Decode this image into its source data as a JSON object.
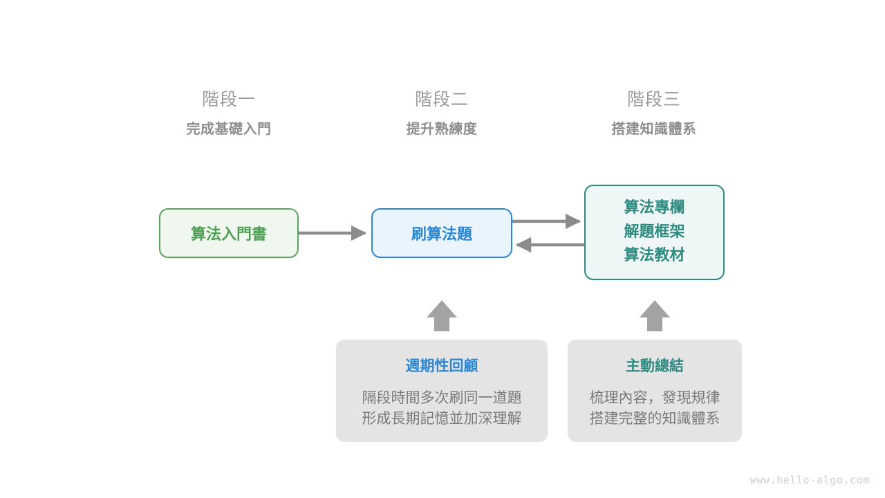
{
  "page": {
    "background": "#ffffff",
    "watermark": "www.hello-algo.com"
  },
  "palette": {
    "green": "#4f9e55",
    "green_border": "#5ba35f",
    "green_fill": "#eff7ef",
    "blue": "#2b87d4",
    "blue_fill": "#e9f4fd",
    "teal": "#2e8b81",
    "teal_fill": "#eef7f5",
    "gray_card": "#e4e4e4",
    "gray_text": "#7b7b7b",
    "gray_arrow": "#8c8c8c",
    "stage_title": "#9a9a9a",
    "stage_sub": "#8e8e8e",
    "watermark": "#cfcfcf"
  },
  "stages": [
    {
      "title": "階段一",
      "subtitle": "完成基礎入門"
    },
    {
      "title": "階段二",
      "subtitle": "提升熟練度"
    },
    {
      "title": "階段三",
      "subtitle": "搭建知識體系"
    }
  ],
  "flow": {
    "intro_box": {
      "label": "算法入門書"
    },
    "practice_box": {
      "label": "刷算法題"
    },
    "knowledge_box": {
      "lines": [
        "算法專欄",
        "解題框架",
        "算法教材"
      ]
    }
  },
  "notes": [
    {
      "title": "週期性回顧",
      "body_lines": [
        "隔段時間多次刷同一道題",
        "形成長期記憶並加深理解"
      ]
    },
    {
      "title": "主動總結",
      "body_lines": [
        "梳理內容，發現規律",
        "搭建完整的知識體系"
      ]
    }
  ],
  "connectors": [
    {
      "name": "intro-to-practice",
      "direction": "right"
    },
    {
      "name": "practice-to-knowledge",
      "direction": "right"
    },
    {
      "name": "knowledge-to-practice",
      "direction": "left"
    },
    {
      "name": "review-to-practice",
      "direction": "up"
    },
    {
      "name": "summary-to-knowledge",
      "direction": "up"
    }
  ]
}
